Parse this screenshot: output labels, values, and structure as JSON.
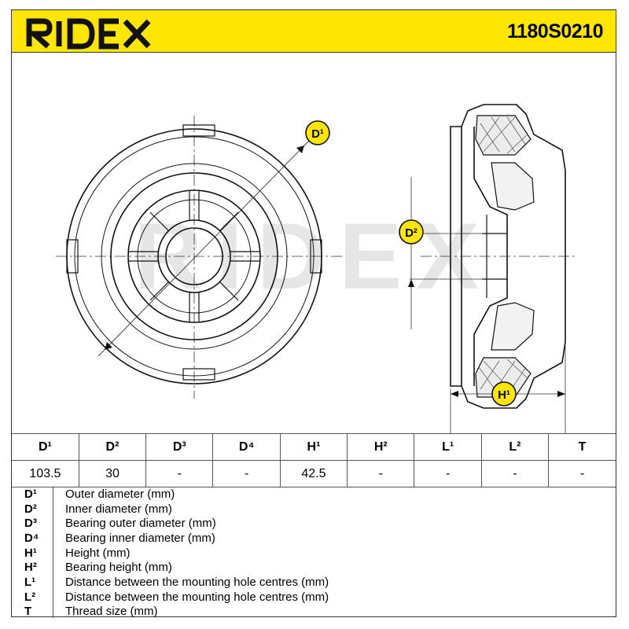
{
  "header": {
    "brand": "RIDEX",
    "part_number": "1180S0210",
    "accent_color": "#ffe600"
  },
  "drawing": {
    "watermark": "RIDEX",
    "callouts": {
      "d1": "D¹",
      "d2": "D²",
      "h1": "H¹"
    }
  },
  "dimensions": {
    "headers": [
      "D¹",
      "D²",
      "D³",
      "D⁴",
      "H¹",
      "H²",
      "L¹",
      "L²",
      "T"
    ],
    "values": [
      "103.5",
      "30",
      "-",
      "-",
      "42.5",
      "-",
      "-",
      "-",
      "-"
    ]
  },
  "legend": [
    {
      "code": "D¹",
      "desc": "Outer diameter (mm)"
    },
    {
      "code": "D²",
      "desc": "Inner diameter (mm)"
    },
    {
      "code": "D³",
      "desc": "Bearing outer diameter (mm)"
    },
    {
      "code": "D⁴",
      "desc": "Bearing inner diameter (mm)"
    },
    {
      "code": "H¹",
      "desc": "Height (mm)"
    },
    {
      "code": "H²",
      "desc": "Bearing height (mm)"
    },
    {
      "code": "L¹",
      "desc": "Distance between the mounting hole centres (mm)"
    },
    {
      "code": "L²",
      "desc": "Distance between the mounting hole centres (mm)"
    },
    {
      "code": "T",
      "desc": "Thread size (mm)"
    }
  ]
}
